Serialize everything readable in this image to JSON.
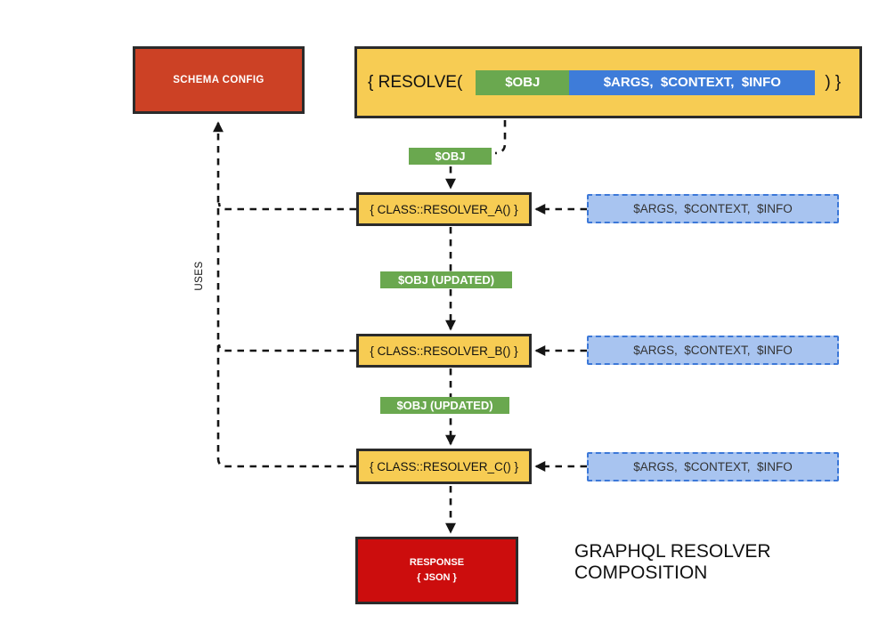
{
  "diagram": {
    "title": "GRAPHQL RESOLVER COMPOSITION",
    "uses_label": "USES",
    "schema_config": {
      "label": "SCHEMA CONFIG"
    },
    "resolve_box": {
      "prefix": "{ RESOLVE(",
      "obj": "$OBJ",
      "args": "$ARGS,  $CONTEXT,  $INFO",
      "suffix": ") }"
    },
    "obj_label": "$OBJ",
    "obj_updated_label_1": "$OBJ (UPDATED)",
    "obj_updated_label_2": "$OBJ (UPDATED)",
    "resolvers": [
      {
        "label": "{ CLASS::RESOLVER_A() }",
        "args": "$ARGS,  $CONTEXT,  $INFO"
      },
      {
        "label": "{ CLASS::RESOLVER_B() }",
        "args": "$ARGS,  $CONTEXT,  $INFO"
      },
      {
        "label": "{ CLASS::RESOLVER_C() }",
        "args": "$ARGS,  $CONTEXT,  $INFO"
      }
    ],
    "response": {
      "line1": "RESPONSE",
      "line2": "{ JSON }"
    },
    "colors": {
      "node_yellow": "#F7CC53",
      "accent_green": "#6AA84F",
      "accent_blue": "#3E7CD9",
      "args_fill": "#A8C4F0",
      "args_border": "#3C78D8",
      "schema_red": "#CC4125",
      "response_red": "#CC0D0D",
      "border_dark": "#2B2B2B",
      "wire_black": "#151515"
    }
  }
}
